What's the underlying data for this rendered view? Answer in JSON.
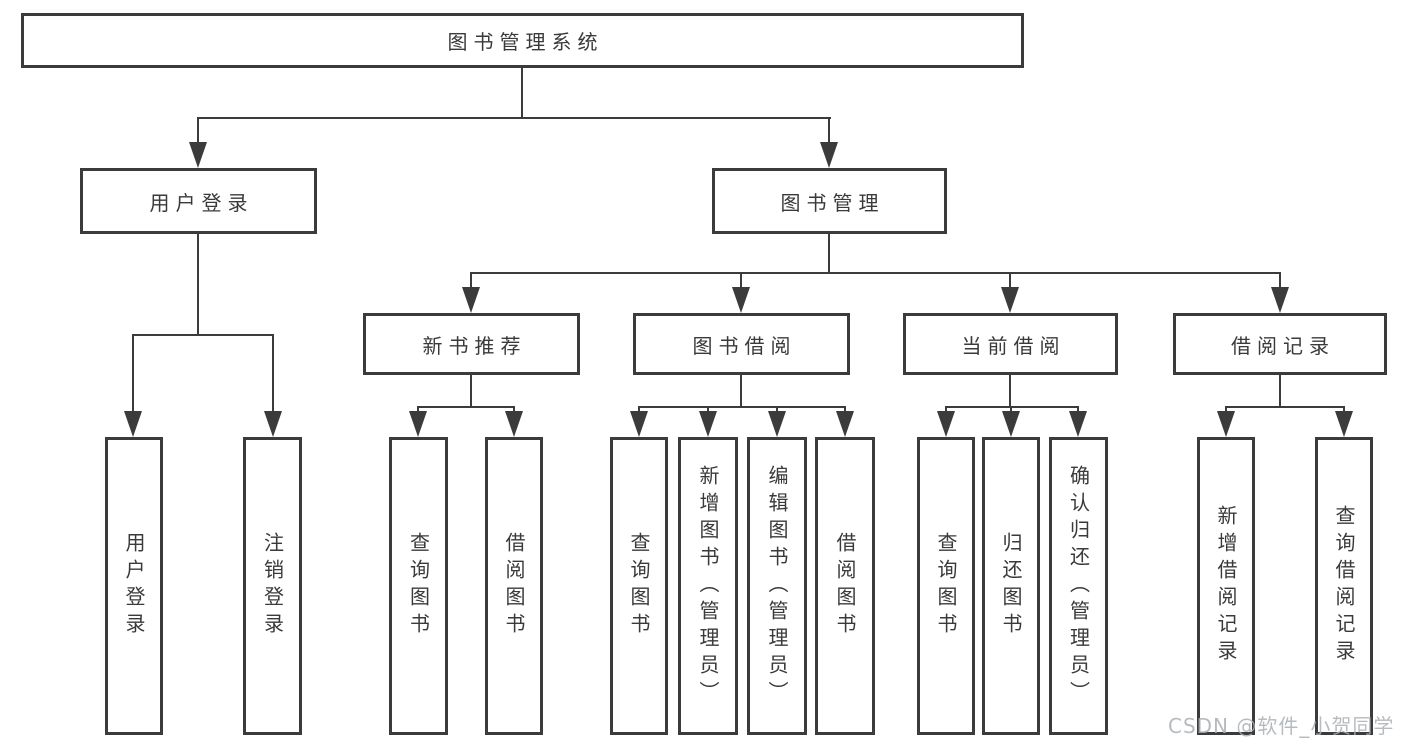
{
  "diagram": {
    "title": "图书管理系统",
    "level2": {
      "user_login": "用户登录",
      "book_mgmt": "图书管理"
    },
    "level3": {
      "new_book_rec": "新书推荐",
      "book_borrow": "图书借阅",
      "current_borrow": "当前借阅",
      "borrow_records": "借阅记录"
    },
    "leaves": {
      "user_login_leaf": "用户登录",
      "logout": "注销登录",
      "nb_query": "查询图书",
      "nb_borrow": "借阅图书",
      "bb_query": "查询图书",
      "bb_add": "新增图书（管理员）",
      "bb_edit": "编辑图书（管理员）",
      "bb_borrow": "借阅图书",
      "cb_query": "查询图书",
      "cb_return": "归还图书",
      "cb_confirm": "确认归还（管理员）",
      "br_add": "新增借阅记录",
      "br_query": "查询借阅记录"
    }
  },
  "watermark": "CSDN @软件_小贺同学",
  "colors": {
    "line": "#3b3b3b",
    "text": "#3a3a3a",
    "background": "#ffffff",
    "watermark": "#aab0b6"
  }
}
